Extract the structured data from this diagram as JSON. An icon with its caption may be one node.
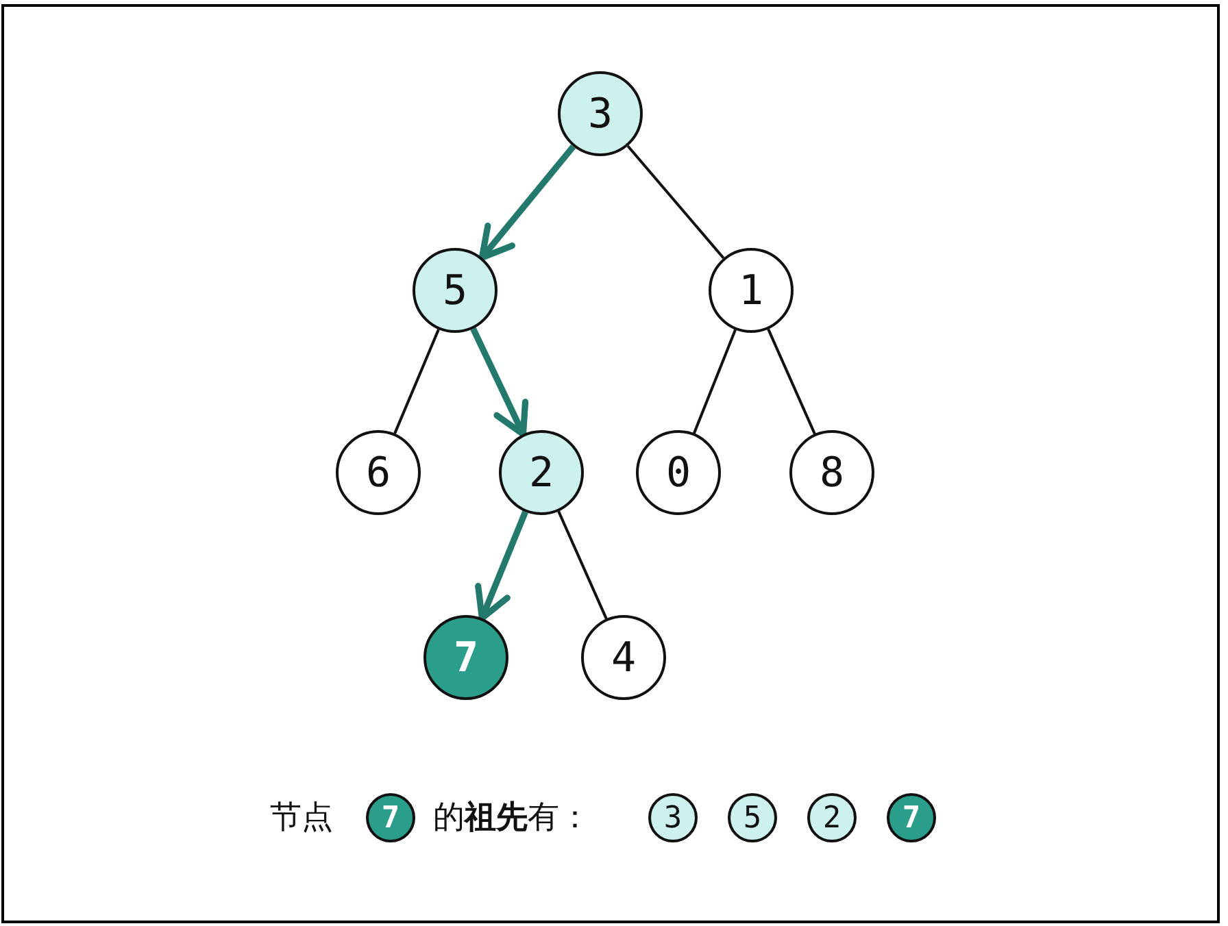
{
  "diagram": {
    "nodes": [
      {
        "text": [
          "3"
        ]
      },
      {
        "text": [
          "5"
        ]
      },
      {
        "text": [
          "1"
        ]
      },
      {
        "text": [
          "6"
        ]
      },
      {
        "text": [
          "2"
        ]
      },
      {
        "text": [
          "0"
        ]
      },
      {
        "text": [
          "8"
        ]
      },
      {
        "text": [
          "7"
        ]
      },
      {
        "text": [
          "4"
        ]
      },
      {
        "text": [
          "7"
        ]
      },
      {
        "text": [
          "3"
        ]
      },
      {
        "text": [
          "5"
        ]
      },
      {
        "text": [
          "2"
        ]
      },
      {
        "text": [
          "7"
        ]
      }
    ],
    "edges": [
      {
        "from": 0,
        "to": 1,
        "arrow": "to",
        "style": "thick",
        "color": "#237a6c"
      },
      {
        "from": 0,
        "to": 2,
        "arrow": "none"
      },
      {
        "from": 1,
        "to": 3,
        "arrow": "none"
      },
      {
        "from": 1,
        "to": 4,
        "arrow": "to",
        "style": "thick",
        "color": "#237a6c"
      },
      {
        "from": 2,
        "to": 5,
        "arrow": "none"
      },
      {
        "from": 2,
        "to": 6,
        "arrow": "none"
      },
      {
        "from": 4,
        "to": 7,
        "arrow": "to",
        "style": "thick",
        "color": "#237a6c"
      },
      {
        "from": 4,
        "to": 8,
        "arrow": "none"
      }
    ],
    "labels": [
      "节点",
      "的**祖先**有："
    ]
  }
}
